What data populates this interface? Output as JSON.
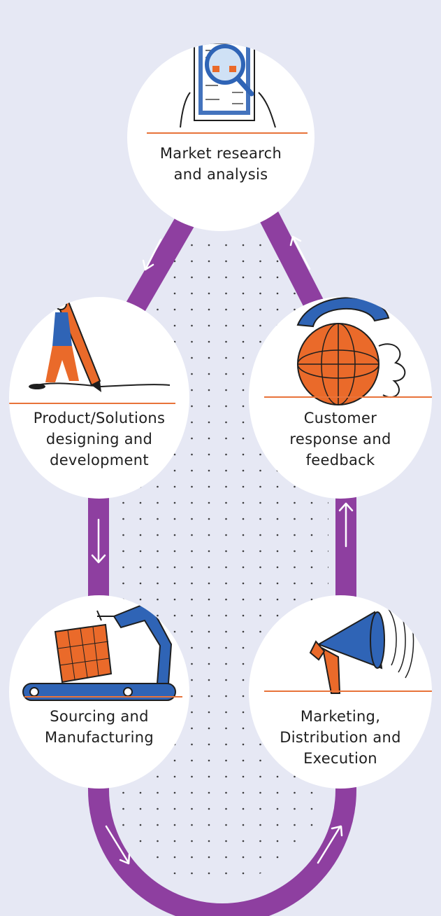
{
  "colors": {
    "background": "#e6e8f4",
    "track": "#8e3fa0",
    "arrow": "#ffffff",
    "node_fill": "#ffffff",
    "divider": "#e8733a",
    "dots": "#1e1e1e",
    "text": "#1e1e1e",
    "accent_orange": "#ea6a2a",
    "accent_blue": "#2f64b6"
  },
  "steps": [
    {
      "lines": [
        "Market research",
        "and analysis"
      ],
      "icon": "clipboard-magnifier-icon",
      "next_arrow": "down-left"
    },
    {
      "lines": [
        "Product/Solutions",
        "designing and",
        "development"
      ],
      "icon": "pencil-person-icon",
      "next_arrow": "down"
    },
    {
      "lines": [
        "Sourcing and",
        "Manufacturing"
      ],
      "icon": "robot-arm-conveyor-icon",
      "next_arrow": "right"
    },
    {
      "lines": [
        "Marketing,",
        "Distribution and",
        "Execution"
      ],
      "icon": "megaphone-icon",
      "next_arrow": "up"
    },
    {
      "lines": [
        "Customer",
        "response and",
        "feedback"
      ],
      "icon": "telephone-globe-icon",
      "next_arrow": "up-left"
    }
  ]
}
